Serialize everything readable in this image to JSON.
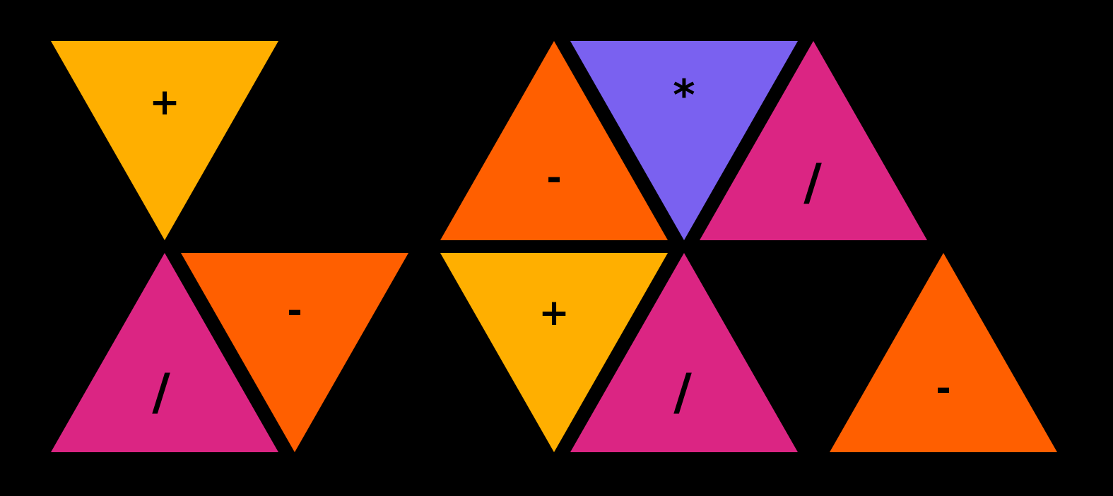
{
  "colors": {
    "background": "#000000",
    "yellow": "#FFAF00",
    "orange": "#FF5F00",
    "magenta": "#DB2583",
    "purple": "#7A61F0",
    "symbol": "#000000"
  },
  "tiles": [
    {
      "id": "tile-1",
      "orientation": "down",
      "color": "yellow",
      "symbol": "+"
    },
    {
      "id": "tile-2",
      "orientation": "up",
      "color": "magenta",
      "symbol": "/"
    },
    {
      "id": "tile-3",
      "orientation": "down",
      "color": "orange",
      "symbol": "-"
    },
    {
      "id": "tile-4",
      "orientation": "up",
      "color": "orange",
      "symbol": "-"
    },
    {
      "id": "tile-5",
      "orientation": "down",
      "color": "purple",
      "symbol": "*"
    },
    {
      "id": "tile-6",
      "orientation": "up",
      "color": "magenta",
      "symbol": "/"
    },
    {
      "id": "tile-7",
      "orientation": "down",
      "color": "yellow",
      "symbol": "+"
    },
    {
      "id": "tile-8",
      "orientation": "up",
      "color": "magenta",
      "symbol": "/"
    },
    {
      "id": "tile-9",
      "orientation": "up",
      "color": "orange",
      "symbol": "-"
    }
  ]
}
